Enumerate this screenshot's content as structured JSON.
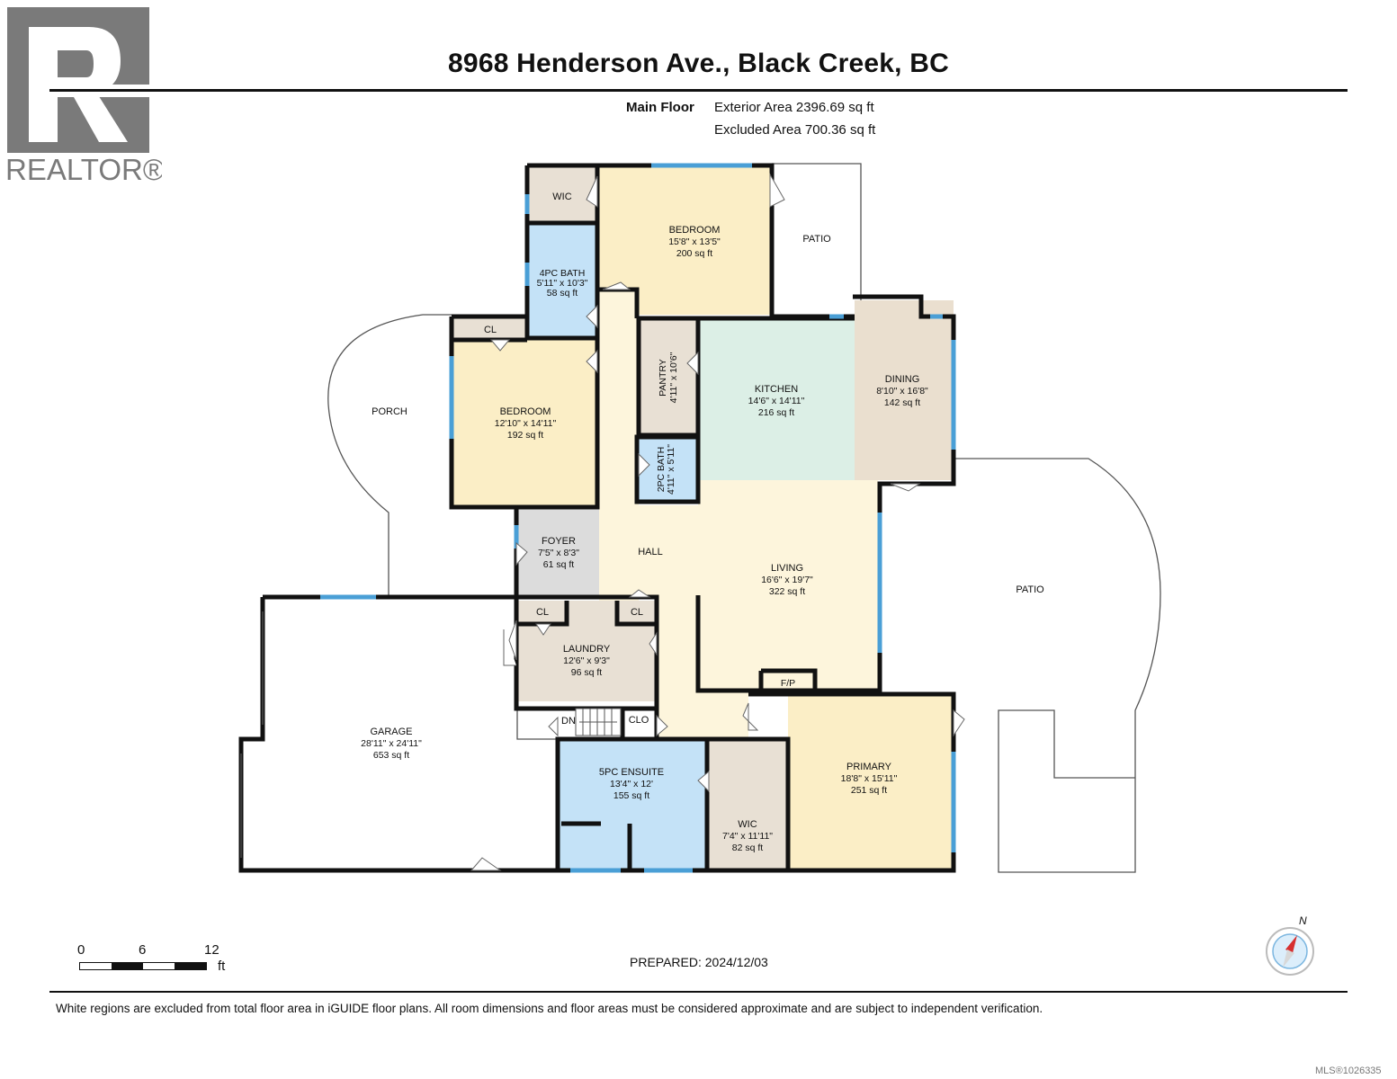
{
  "header": {
    "title": "8968 Henderson Ave., Black Creek, BC",
    "floor_label": "Main Floor",
    "exterior_area": "Exterior Area 2396.69 sq ft",
    "excluded_area": "Excluded Area 700.36 sq ft"
  },
  "logo": {
    "text": "REALTOR®",
    "icon": "realtor-r-logo"
  },
  "rooms": {
    "wic_top": {
      "name": "WIC"
    },
    "bedroom_top": {
      "name": "BEDROOM",
      "dims": "15'8\" x 13'5\"",
      "area": "200 sq ft"
    },
    "patio_top": {
      "name": "PATIO"
    },
    "bath4": {
      "name": "4PC BATH",
      "dims": "5'11\" x 10'3\"",
      "area": "58 sq ft"
    },
    "cl_bedroom": {
      "name": "CL"
    },
    "bedroom_left": {
      "name": "BEDROOM",
      "dims": "12'10\" x 14'11\"",
      "area": "192 sq ft"
    },
    "porch": {
      "name": "PORCH"
    },
    "pantry": {
      "name": "PANTRY",
      "dims": "4'11\" x 10'6\""
    },
    "kitchen": {
      "name": "KITCHEN",
      "dims": "14'6\" x 14'11\"",
      "area": "216 sq ft"
    },
    "dining": {
      "name": "DINING",
      "dims": "8'10\" x 16'8\"",
      "area": "142 sq ft"
    },
    "bath2": {
      "name": "2PC BATH",
      "dims": "4'11\" x 5'11\""
    },
    "foyer": {
      "name": "FOYER",
      "dims": "7'5\" x 8'3\"",
      "area": "61 sq ft"
    },
    "hall": {
      "name": "HALL"
    },
    "living": {
      "name": "LIVING",
      "dims": "16'6\" x 19'7\"",
      "area": "322 sq ft"
    },
    "patio_right": {
      "name": "PATIO"
    },
    "cl_laundry_left": {
      "name": "CL"
    },
    "cl_laundry_right": {
      "name": "CL"
    },
    "laundry": {
      "name": "LAUNDRY",
      "dims": "12'6\" x 9'3\"",
      "area": "96 sq ft"
    },
    "fp": {
      "name": "F/P"
    },
    "garage": {
      "name": "GARAGE",
      "dims": "28'11\" x 24'11\"",
      "area": "653 sq ft"
    },
    "dn": {
      "name": "DN"
    },
    "clo": {
      "name": "CLO"
    },
    "ensuite": {
      "name": "5PC ENSUITE",
      "dims": "13'4\" x 12'",
      "area": "155 sq ft"
    },
    "wic_bottom": {
      "name": "WIC",
      "dims": "7'4\" x 11'11\"",
      "area": "82 sq ft"
    },
    "primary": {
      "name": "PRIMARY",
      "dims": "18'8\" x 15'11\"",
      "area": "251 sq ft"
    }
  },
  "colors": {
    "bedroom": "#fbeec6",
    "bath": "#c4e2f7",
    "closet": "#e8e0d4",
    "kitchen": "#dcefe6",
    "dining": "#eadfcf",
    "foyer": "#dcdcdc",
    "hall": "#fdf5dc",
    "wall": "#111111",
    "window": "#4a9fd6",
    "compass_arrow": "#d63030"
  },
  "scale": {
    "ticks": [
      "0",
      "6",
      "12"
    ],
    "unit": "ft"
  },
  "prepared": "PREPARED: 2024/12/03",
  "compass": {
    "label": "N"
  },
  "footnote": "White regions are excluded from total floor area in iGUIDE floor plans. All room dimensions and floor areas must be considered approximate and are subject to independent verification.",
  "mls": "MLS®1026335"
}
